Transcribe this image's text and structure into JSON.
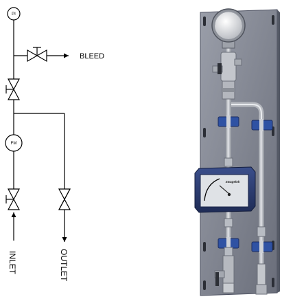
{
  "schematic": {
    "pressure_indicator": "PI",
    "flow_meter": "FM",
    "bleed_label": "BLEED",
    "inlet_label": "INLET",
    "outlet_label": "OUTLET"
  },
  "panel": {
    "flow_meter_brand": "Swagelok"
  },
  "colors": {
    "line": "#000000",
    "panel": "#7f8390",
    "panel_edge": "#4c5060",
    "enclosure": "#2d3f74",
    "clamp": "#2f52a3",
    "tube": "#c9ccd1",
    "fitting": "#b8bcc3"
  }
}
